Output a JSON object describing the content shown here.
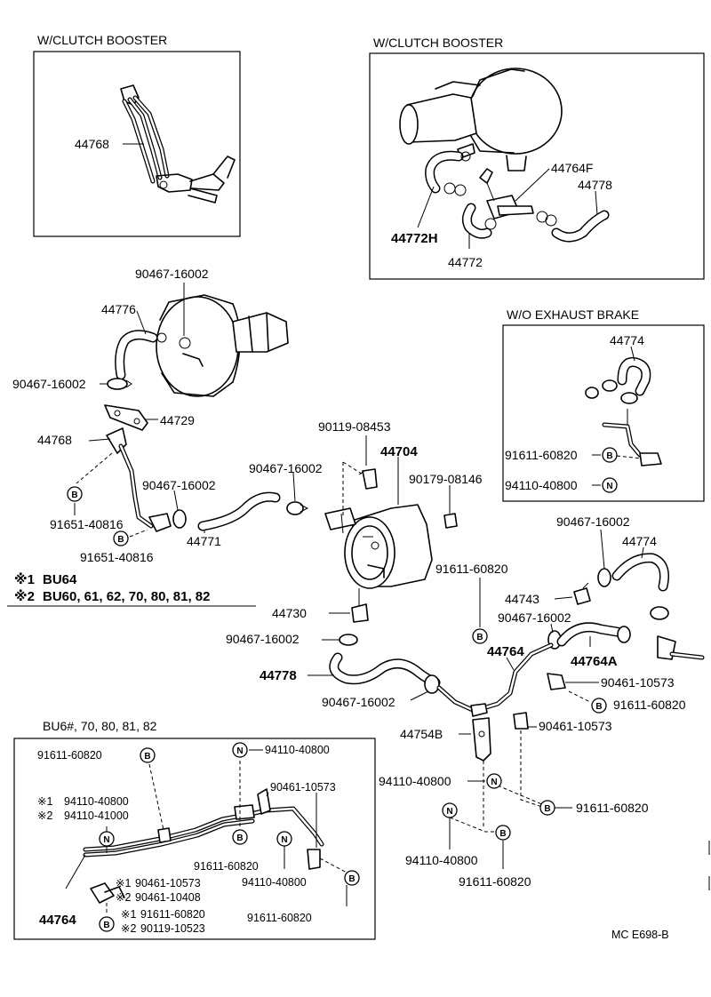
{
  "sections": {
    "clutch_booster_1": "W/CLUTCH BOOSTER",
    "clutch_booster_2": "W/CLUTCH BOOSTER",
    "exhaust_brake": "W/O EXHAUST BRAKE",
    "bu6": "BU6#, 70, 80, 81, 82"
  },
  "notes": {
    "note1_mark": "※1",
    "note1_text": "BU64",
    "note2_mark": "※2",
    "note2_text": "BU60, 61, 62, 70, 80, 81, 82"
  },
  "symbols": {
    "B": "B",
    "N": "N"
  },
  "parts": {
    "p44768_a": "44768",
    "p44764f": "44764F",
    "p44778_a": "44778",
    "p44772h": "44772H",
    "p44772": "44772",
    "p90467_top": "90467-16002",
    "p44776": "44776",
    "p90467_left": "90467-16002",
    "p44729": "44729",
    "p44768_b": "44768",
    "p90467_mid": "90467-16002",
    "p91651_a": "91651-40816",
    "p91651_b": "91651-40816",
    "p44771": "44771",
    "p90119_08453": "90119-08453",
    "p44704": "44704",
    "p90467_c": "90467-16002",
    "p90179": "90179-08146",
    "p44774_a": "44774",
    "p91611_x1": "91611-60820",
    "p94110_x1": "94110-40800",
    "p90467_r": "90467-16002",
    "p44774_b": "44774",
    "p91611_c": "91611-60820",
    "p44743": "44743",
    "p90467_r2": "90467-16002",
    "p44730": "44730",
    "p90467_d": "90467-16002",
    "p44764_c": "44764",
    "p44764a": "44764A",
    "p44778_b": "44778",
    "p90461_r1": "90461-10573",
    "p90467_e": "90467-16002",
    "p91611_r1": "91611-60820",
    "p44754b": "44754B",
    "p90461_r2": "90461-10573",
    "p94110_r1": "94110-40800",
    "p91611_r2": "91611-60820",
    "p94110_r2": "94110-40800",
    "p91611_r3": "91611-60820",
    "b_91611_1": "91611-60820",
    "b_94110_1": "94110-40800",
    "b_m1": "※1",
    "b_94110_m1": "94110-40800",
    "b_m2": "※2",
    "b_94110_m2": "94110-41000",
    "b_90461_1": "90461-10573",
    "b_91611_2": "91611-60820",
    "b_94110_2": "94110-40800",
    "b_m1b": "※1",
    "b_90461_m1": "90461-10573",
    "b_m2b": "※2",
    "b_90461_m2": "90461-10408",
    "b_44764": "44764",
    "b_m1c": "※1",
    "b_91611_m1": "91611-60820",
    "b_m2c": "※2",
    "b_90119_m2": "90119-10523",
    "b_91611_3": "91611-60820"
  },
  "footer": {
    "code": "MC E698-B"
  }
}
